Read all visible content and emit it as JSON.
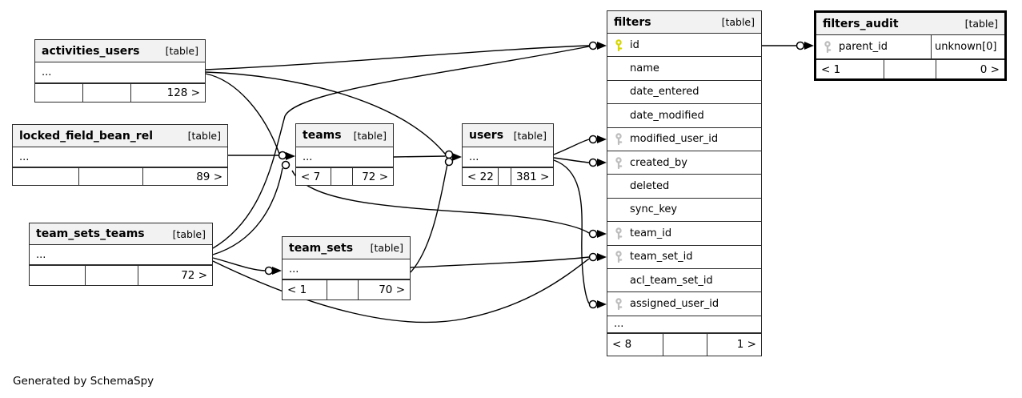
{
  "footer": "Generated by SchemaSpy",
  "colors": {
    "primary_key": "#d6d600",
    "foreign_key": "#bdbdbd",
    "header_bg": "#f2f2f2",
    "line": "#000000"
  },
  "tables": [
    {
      "id": "activities_users",
      "name": "activities_users",
      "type_label": "[table]",
      "rows": [
        {
          "text": "...",
          "key": null
        }
      ],
      "stats": [
        "",
        "",
        "128 >"
      ]
    },
    {
      "id": "locked_field_bean_rel",
      "name": "locked_field_bean_rel",
      "type_label": "[table]",
      "rows": [
        {
          "text": "...",
          "key": null
        }
      ],
      "stats": [
        "",
        "",
        "89 >"
      ]
    },
    {
      "id": "team_sets_teams",
      "name": "team_sets_teams",
      "type_label": "[table]",
      "rows": [
        {
          "text": "...",
          "key": null
        }
      ],
      "stats": [
        "",
        "",
        "72 >"
      ]
    },
    {
      "id": "teams",
      "name": "teams",
      "type_label": "[table]",
      "rows": [
        {
          "text": "...",
          "key": null
        }
      ],
      "stats": [
        "< 7",
        "",
        "72 >"
      ]
    },
    {
      "id": "users",
      "name": "users",
      "type_label": "[table]",
      "rows": [
        {
          "text": "...",
          "key": null
        }
      ],
      "stats": [
        "< 22",
        "",
        "381 >"
      ]
    },
    {
      "id": "team_sets",
      "name": "team_sets",
      "type_label": "[table]",
      "rows": [
        {
          "text": "...",
          "key": null
        }
      ],
      "stats": [
        "< 1",
        "",
        "70 >"
      ]
    },
    {
      "id": "filters",
      "name": "filters",
      "type_label": "[table]",
      "rows": [
        {
          "text": "id",
          "key": "pk"
        },
        {
          "text": "name",
          "key": null
        },
        {
          "text": "date_entered",
          "key": null
        },
        {
          "text": "date_modified",
          "key": null
        },
        {
          "text": "modified_user_id",
          "key": "fk"
        },
        {
          "text": "created_by",
          "key": "fk"
        },
        {
          "text": "deleted",
          "key": null
        },
        {
          "text": "sync_key",
          "key": null
        },
        {
          "text": "team_id",
          "key": "fk"
        },
        {
          "text": "team_set_id",
          "key": "fk"
        },
        {
          "text": "acl_team_set_id",
          "key": null
        },
        {
          "text": "assigned_user_id",
          "key": "fk"
        },
        {
          "text": "...",
          "key": null
        }
      ],
      "stats": [
        "< 8",
        "",
        "1 >"
      ]
    },
    {
      "id": "filters_audit",
      "name": "filters_audit",
      "type_label": "[table]",
      "rows": [
        {
          "text": "parent_id",
          "key": "fk",
          "extra": "unknown[0]"
        }
      ],
      "stats": [
        "< 1",
        "",
        "0 >"
      ]
    }
  ]
}
